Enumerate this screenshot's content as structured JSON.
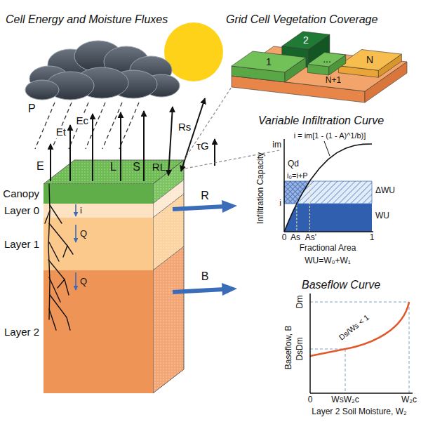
{
  "diagram": {
    "nodes": [
      {
        "text": [
          "Canopy"
        ]
      },
      {
        "text": [
          "Layer 0"
        ]
      },
      {
        "text": [
          "Layer 1"
        ]
      },
      {
        "text": [
          "Layer 2"
        ]
      },
      {
        "text": [
          "1"
        ]
      },
      {
        "text": [
          "2"
        ]
      },
      {
        "text": [
          "..."
        ]
      },
      {
        "text": [
          "N"
        ]
      },
      {
        "text": [
          "N+1"
        ]
      }
    ],
    "labels": [
      "Cell Energy and Moisture Fluxes",
      "Grid Cell Vegetation Coverage",
      "P",
      "E",
      "Et",
      "Ec",
      "L",
      "S",
      "RL",
      "Rs",
      "τG",
      "i",
      "Q",
      "Q",
      "R",
      "B",
      "Variable Infiltration Curve",
      "i = im[1 - (1 - A)^1/b)]",
      "im",
      "i₀=i+P",
      "Qd",
      "ΔWU",
      "WU",
      "i",
      "Infiltration Capacity",
      "0",
      "As",
      "As'",
      "1",
      "Fractional Area",
      "WU=W₀+W₁",
      "Baseflow Curve",
      "Dm",
      "DsDm",
      "Baseflow, B",
      "Ds/Ws < 1",
      "0",
      "WsW₂c",
      "W₂c",
      "Layer 2 Soil Moisture, W₂"
    ]
  }
}
